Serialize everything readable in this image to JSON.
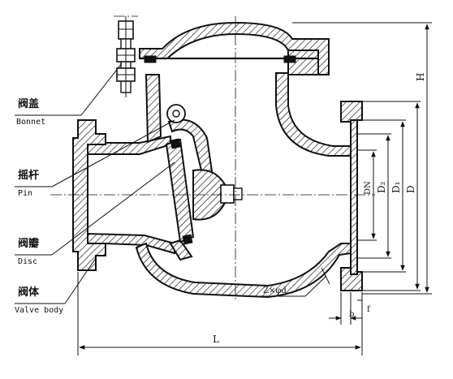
{
  "labels": {
    "bonnet": {
      "cn": "阀盖",
      "en": "Bonnet"
    },
    "pin": {
      "cn": "摇杆",
      "en": "Pin"
    },
    "disc": {
      "cn": "阀瓣",
      "en": "Disc"
    },
    "body": {
      "cn": "阀体",
      "en": "Valve body"
    }
  },
  "dimensions": {
    "H": "H",
    "DN": "DN",
    "D2": "D₂",
    "D1": "D₁",
    "D": "D",
    "bolts": "Z×φd",
    "b": "b",
    "f": "f",
    "L": "L"
  }
}
